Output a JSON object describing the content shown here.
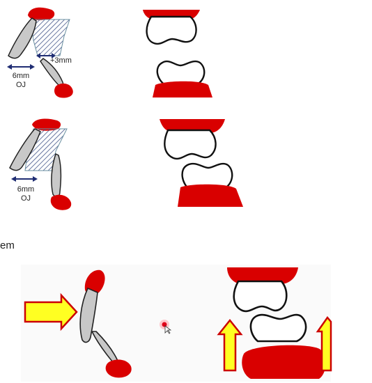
{
  "panel_1": {
    "incisor_measure": "+3mm",
    "overjet_value": "6mm",
    "overjet_abbr": "OJ"
  },
  "panel_2": {
    "overjet_value": "6mm",
    "overjet_abbr": "OJ"
  },
  "side_fragment": "em",
  "colors": {
    "gum": "#d90000",
    "tooth_fill": "#c8c8c8",
    "hatch": "#2a3f7a",
    "arrow_blue": "#1f2d73",
    "arrow_yellow": "#ffff22",
    "arrow_outline": "#cc0000",
    "slide_bg": "#fafafa"
  },
  "icons": [
    "cursor-pointer-icon"
  ]
}
